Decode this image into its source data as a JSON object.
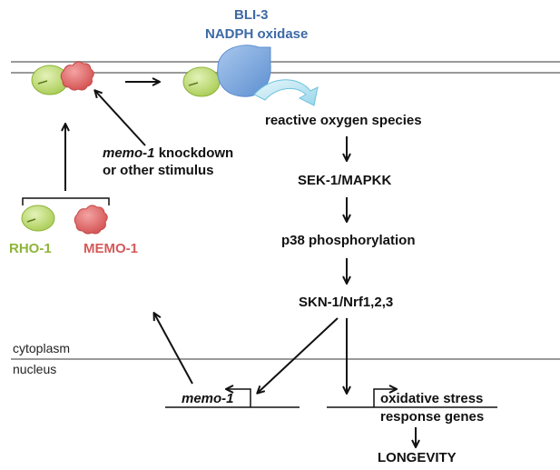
{
  "enzyme": {
    "line1": "BLI-3",
    "line2": "NADPH oxidase"
  },
  "pathway": {
    "ros": "reactive oxygen species",
    "sek": "SEK-1/MAPKK",
    "p38": "p38 phosphorylation",
    "skn": "SKN-1/Nrf1,2,3"
  },
  "stimulus": {
    "gene": "memo-1",
    "rest": " knockdown",
    "line2": "or other stimulus"
  },
  "proteins": {
    "rho": "RHO-1",
    "memo": "MEMO-1"
  },
  "compartments": {
    "cytoplasm": "cytoplasm",
    "nucleus": "nucleus"
  },
  "genes": {
    "memo_gene": "memo-1",
    "stress_line1": "oxidative stress",
    "stress_line2": "response genes"
  },
  "outcome": "LONGEVITY",
  "colors": {
    "membrane": "#9a9a9a",
    "blue": "#3d6aa6",
    "green": "#8fb43a",
    "red": "#d55a5a"
  }
}
